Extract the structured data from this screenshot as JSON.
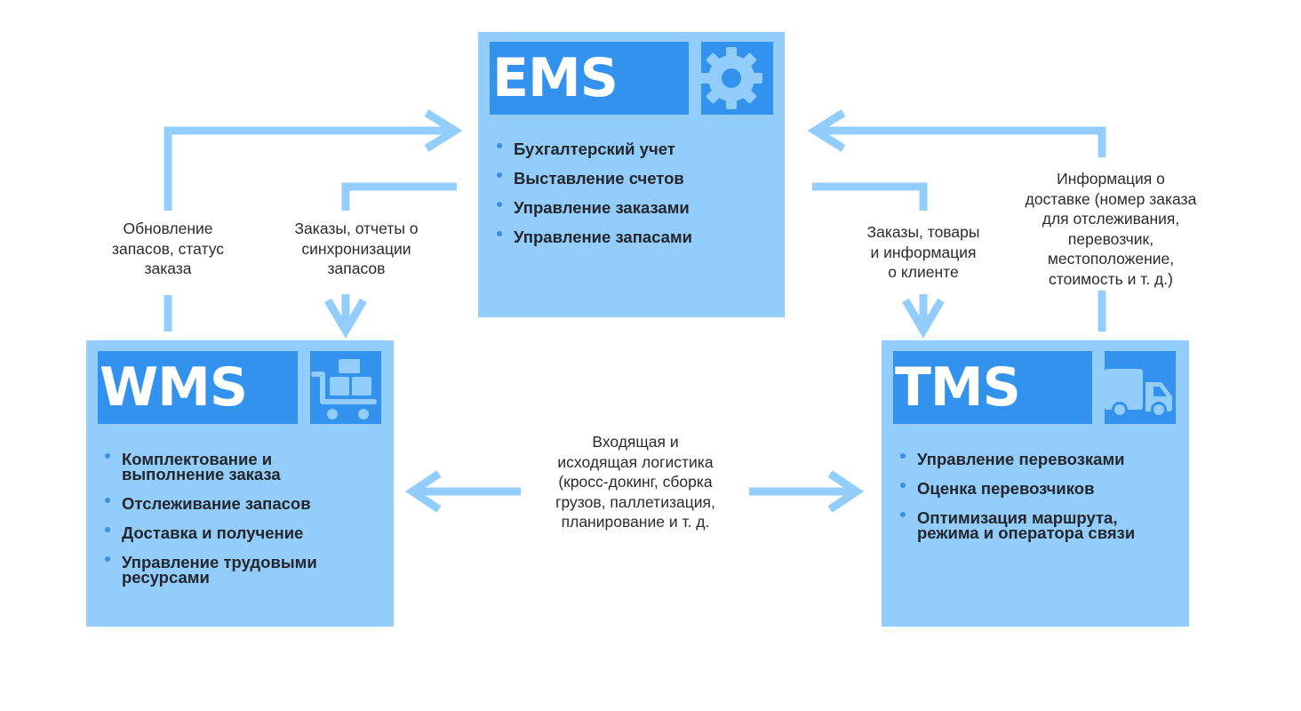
{
  "colors": {
    "box_fill": "#92cdfb",
    "title_fill": "#3392ee",
    "arrow": "#92cdfb",
    "bullet": "#3d8ee6",
    "text": "#23262b"
  },
  "systems": {
    "ems": {
      "title": "EMS",
      "icon": "gear-icon",
      "features": [
        "Бухгалтерский учет",
        "Выставление счетов",
        "Управление заказами",
        "Управление запасами"
      ]
    },
    "wms": {
      "title": "WMS",
      "icon": "warehouse-cart-icon",
      "features": [
        [
          "Комплектование и",
          "выполнение заказа"
        ],
        [
          "Отслеживание запасов"
        ],
        [
          "Доставка и получение"
        ],
        [
          "Управление трудовыми",
          "ресурсами"
        ]
      ]
    },
    "tms": {
      "title": "TMS",
      "icon": "truck-icon",
      "features": [
        [
          "Управление перевозками"
        ],
        [
          "Оценка перевозчиков"
        ],
        [
          "Оптимизация маршрута,",
          "режима и оператора связи"
        ]
      ]
    }
  },
  "flows": {
    "wms_to_ems": [
      "Обновление",
      "запасов, статус",
      "заказа"
    ],
    "ems_to_wms": [
      "Заказы, отчеты о",
      "синхронизации",
      "запасов"
    ],
    "ems_to_tms": [
      "Заказы, товары",
      "и информация",
      "о клиенте"
    ],
    "tms_to_ems": [
      "Информация о",
      "доставке (номер заказа",
      "для отслеживания,",
      "перевозчик,",
      "местоположение,",
      "стоимость и т. д.)"
    ],
    "wms_tms": [
      "Входящая и",
      "исходящая логистика",
      "(кросс-докинг, сборка",
      "грузов, паллетизация,",
      "планирование и т. д."
    ]
  }
}
